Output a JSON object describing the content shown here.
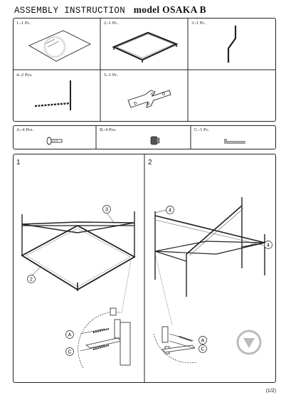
{
  "header": {
    "title_left": "ASSEMBLY INSTRUCTION",
    "title_model": "model OSAKA B"
  },
  "parts": [
    {
      "label": "1.-1 Pc."
    },
    {
      "label": "2.-1 Pc."
    },
    {
      "label": "3.-1 Pc."
    },
    {
      "label": "4.-2 Pcs."
    },
    {
      "label": "5.-1 Pc."
    }
  ],
  "hardware": [
    {
      "label": "A.-4 Pcs."
    },
    {
      "label": "B.-4 Pcs."
    },
    {
      "label": "C.-1 Pc."
    }
  ],
  "steps": [
    {
      "number": "1",
      "callouts": [
        "3",
        "2",
        "A",
        "C"
      ]
    },
    {
      "number": "2",
      "callouts": [
        "4",
        "4",
        "A",
        "C"
      ]
    }
  ],
  "footer": {
    "page": "(1/2)"
  }
}
